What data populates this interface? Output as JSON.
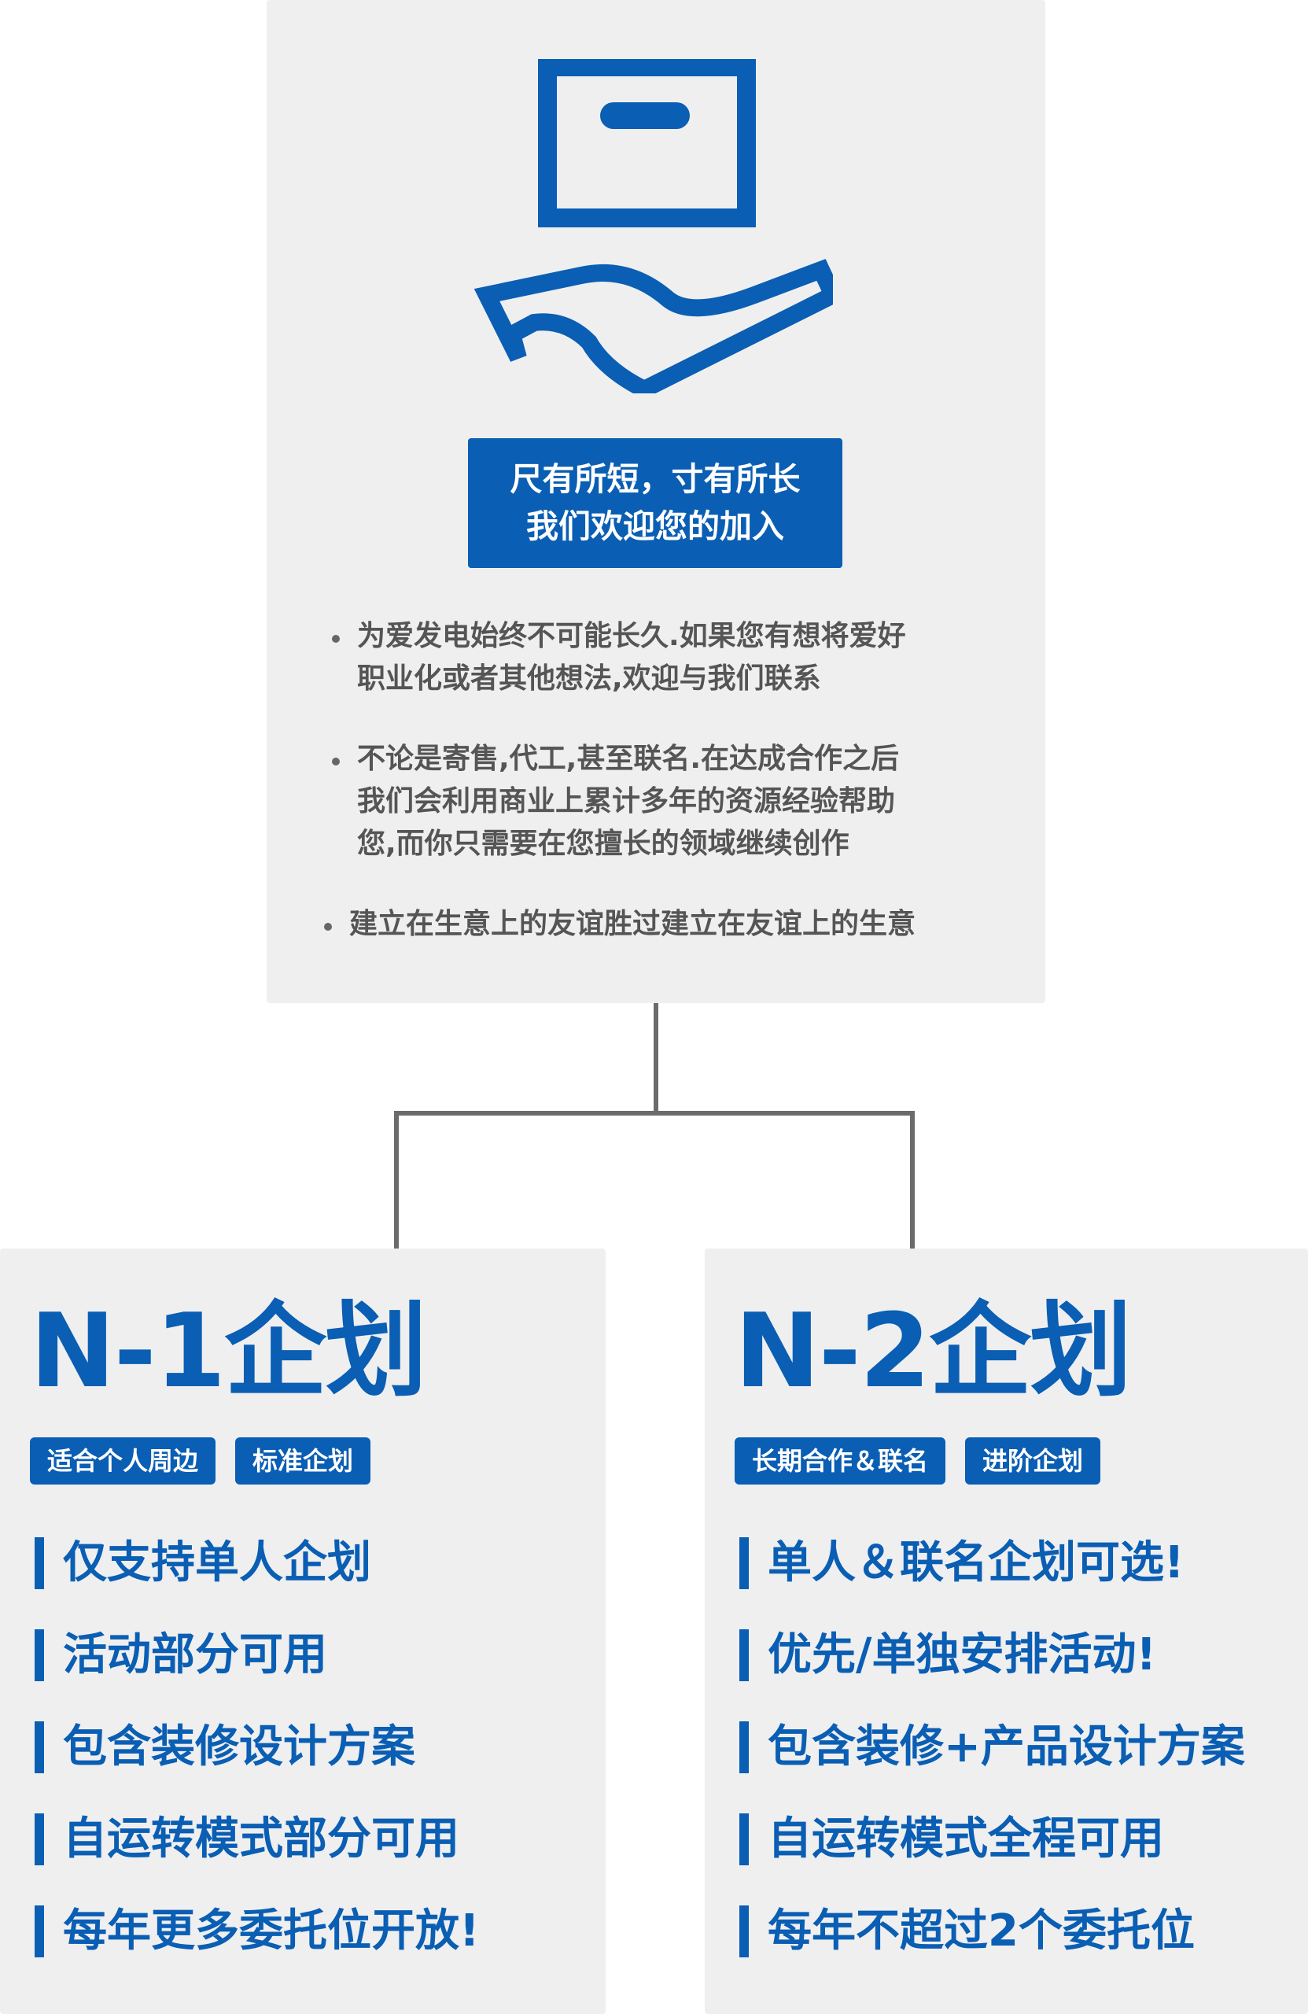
{
  "colors": {
    "brand_blue": "#0a5eb3",
    "panel_gray": "#efeff0",
    "text_gray": "#555555",
    "connector_gray": "#6b6b6b"
  },
  "top_card": {
    "icon": "hand-holding-box-icon",
    "slogan": {
      "line1": "尺有所短，寸有所长",
      "line2": "我们欢迎您的加入"
    },
    "bullets": [
      {
        "lines": [
          "为爱发电始终不可能长久.如果您有想将爱好",
          "职业化或者其他想法,欢迎与我们联系"
        ]
      },
      {
        "lines": [
          "不论是寄售,代工,甚至联名.在达成合作之后",
          "我们会利用商业上累计多年的资源经验帮助",
          "您,而你只需要在您擅长的领域继续创作"
        ]
      },
      {
        "lines": [
          "建立在生意上的友谊胜过建立在友谊上的生意"
        ]
      }
    ]
  },
  "plans": [
    {
      "title": "N-1企划",
      "tags": [
        "适合个人周边",
        "标准企划"
      ],
      "features": [
        "仅支持单人企划",
        "活动部分可用",
        "包含装修设计方案",
        "自运转模式部分可用",
        "每年更多委托位开放!"
      ]
    },
    {
      "title": "N-2企划",
      "tags": [
        "长期合作＆联名",
        "进阶企划"
      ],
      "features": [
        "单人＆联名企划可选!",
        "优先/单独安排活动!",
        "包含装修+产品设计方案",
        "自运转模式全程可用",
        "每年不超过2个委托位"
      ]
    }
  ]
}
